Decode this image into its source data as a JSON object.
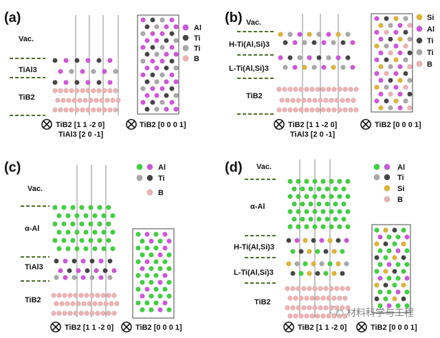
{
  "colors": {
    "al": "#cf55dc",
    "ti_dark": "#454545",
    "ti_light": "#a8a8a8",
    "b": "#efb2b2",
    "si": "#e0b434",
    "al_alpha": "#3ed13e",
    "dash": "#4a6a26",
    "line": "#8a8a8a",
    "text": "#111111"
  },
  "icons": {
    "direction_symbol": "circled-x-icon"
  },
  "panels": {
    "a": {
      "label": "(a)",
      "layers": [
        "Vac.",
        "TiAl3",
        "TiB2"
      ],
      "axis_main": "TiB2 [1 1 -2 0]",
      "axis_sub": "TiAl3 [2 0 -1]",
      "axis_side": "TiB2 [0 0 0 1]",
      "legend": [
        "Al",
        "Ti",
        "Ti",
        "B"
      ]
    },
    "b": {
      "label": "(b)",
      "layers": [
        "Vac.",
        "H-Ti(Al,Si)3",
        "L-Ti(Al,Si)3",
        "TiB2"
      ],
      "axis_main": "TiB2 [1 1 -2 0]",
      "axis_sub": "TiAl3 [2 0 -1]",
      "axis_side": "TiB2 [0 0 0 1]",
      "legend": [
        "Si",
        "Al",
        "Ti",
        "Ti",
        "B"
      ]
    },
    "c": {
      "label": "(c)",
      "layers": [
        "Vac.",
        "α-Al",
        "TiAl3",
        "TiB2"
      ],
      "axis_main": "TiB2 [1 1 -2 0]",
      "axis_side": "TiB2 [0 0 0 1]",
      "legend": [
        "Al",
        "Ti",
        "B"
      ]
    },
    "d": {
      "label": "(d)",
      "layers": [
        "Vac.",
        "α-Al",
        "H-Ti(Al,Si)3",
        "L-Ti(Al,Si)3",
        "TiB2"
      ],
      "axis_main": "TiB2 [1 1 -2 0]",
      "axis_side": "TiB2 [0 0 0 1]",
      "legend": [
        "Al",
        "Ti",
        "Si",
        "B"
      ]
    }
  },
  "watermark": "材料科学与工程"
}
